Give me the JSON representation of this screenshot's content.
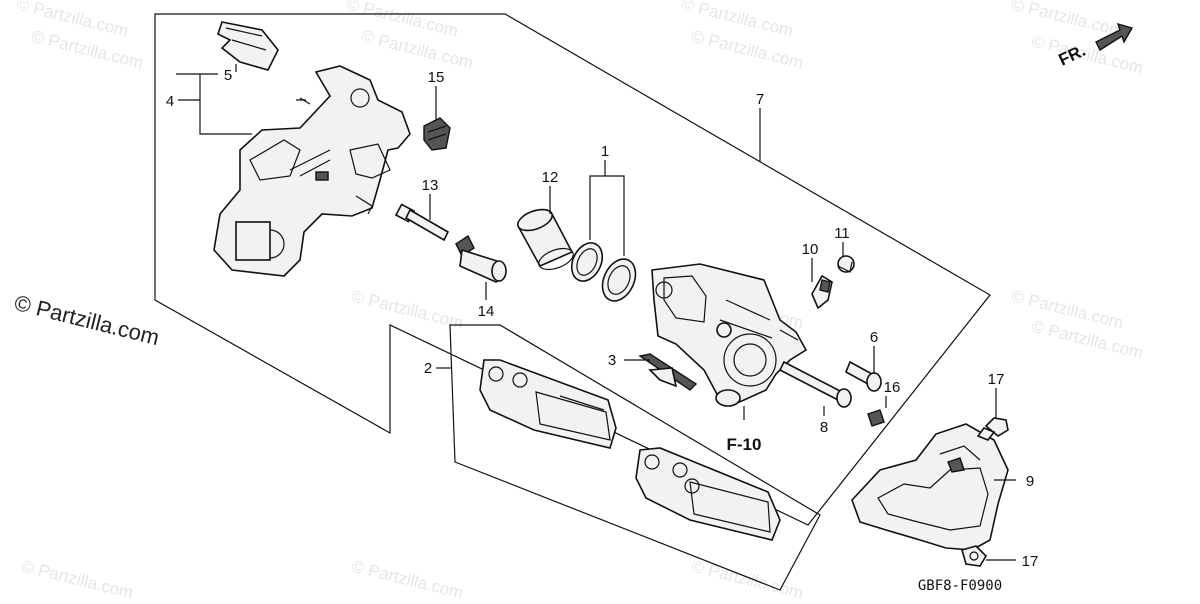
{
  "watermark_text": "© Partzilla.com",
  "credit_text": "© Partzilla.com",
  "front_label": "FR.",
  "reference_label": "F-10",
  "drawing_code": "GBF8-F0900",
  "callouts": {
    "c1": "1",
    "c2": "2",
    "c3": "3",
    "c4": "4",
    "c5": "5",
    "c6": "6",
    "c7": "7",
    "c8": "8",
    "c9": "9",
    "c10": "10",
    "c11": "11",
    "c12": "12",
    "c13": "13",
    "c14": "14",
    "c15": "15",
    "c16": "16",
    "c17a": "17",
    "c17b": "17"
  }
}
